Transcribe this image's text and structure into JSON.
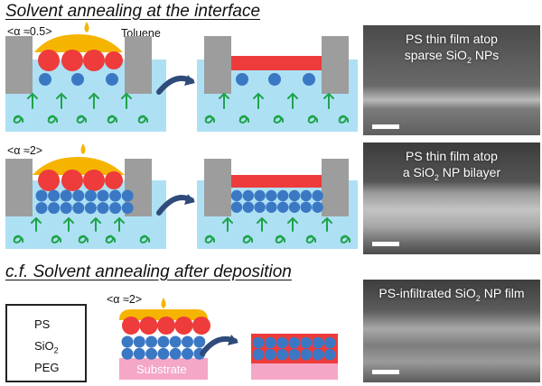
{
  "headings": {
    "top": "Solvent annealing at the interface",
    "bottom": "c.f. Solvent annealing after deposition"
  },
  "alpha_labels": {
    "row1": "<α ≈0.5>",
    "row2": "<α ≈2>",
    "row3": "<α ≈2>"
  },
  "solvent_label": "Toluene",
  "sem_captions": {
    "row1": {
      "line1": "PS thin film atop",
      "line2_pre": "sparse SiO",
      "line2_sub": "2",
      "line2_post": " NPs"
    },
    "row2": {
      "line1": "PS thin film atop",
      "line2_pre": "a SiO",
      "line2_sub": "2",
      "line2_post": " NP bilayer"
    },
    "row3": {
      "line1_pre": "PS-infiltrated SiO",
      "line1_sub": "2",
      "line1_post": " NP film"
    }
  },
  "legend": {
    "ps": "PS",
    "sio2_pre": "SiO",
    "sio2_sub": "2",
    "peg": "PEG"
  },
  "substrate_label": "Substrate",
  "colors": {
    "water": "#aee0f4",
    "ps": "#ee3b3b",
    "sio2": "#3b78c4",
    "peg": "#1ea34a",
    "solvent": "#f5b400",
    "barrier": "#9d9d9d",
    "arrow": "#2e4b7a",
    "substrate": "#f4a7c7"
  }
}
